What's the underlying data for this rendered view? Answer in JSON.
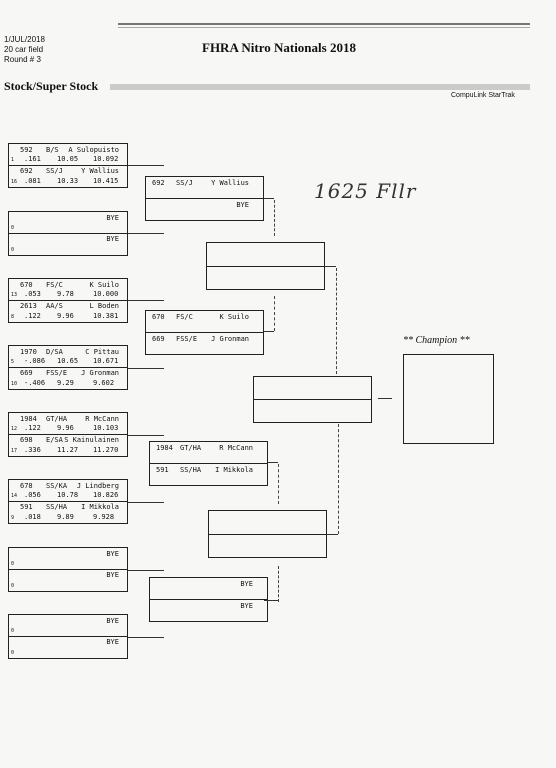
{
  "header": {
    "date": "1/JUL/2018",
    "field": "20 car field",
    "round": "Round # 3",
    "event_title": "FHRA Nitro Nationals 2018",
    "class_title": "Stock/Super Stock",
    "brand": "CompuLink StarTrak"
  },
  "round1": [
    {
      "top": {
        "num": "592",
        "cls": "B/S",
        "name": "A Sulopuisto",
        "lane": "1",
        "rt": ".161",
        "dial": "10.05",
        "et": "10.092"
      },
      "bot": {
        "num": "692",
        "cls": "SS/J",
        "name": "Y Wallius",
        "lane": "16",
        "rt": ".081",
        "dial": "10.33",
        "et": "10.415"
      }
    },
    {
      "top": {
        "num": "",
        "cls": "",
        "name": "BYE",
        "lane": "0",
        "rt": "",
        "dial": "",
        "et": ""
      },
      "bot": {
        "num": "",
        "cls": "",
        "name": "BYE",
        "lane": "0",
        "rt": "",
        "dial": "",
        "et": ""
      }
    },
    {
      "top": {
        "num": "670",
        "cls": "FS/C",
        "name": "K Suilo",
        "lane": "13",
        "rt": ".053",
        "dial": "9.78",
        "et": "10.000"
      },
      "bot": {
        "num": "2613",
        "cls": "AA/S",
        "name": "L Boden",
        "lane": "8",
        "rt": ".122",
        "dial": "9.96",
        "et": "10.381"
      }
    },
    {
      "top": {
        "num": "1970",
        "cls": "D/SA",
        "name": "C Pittau",
        "lane": "5",
        "rt": "-.086",
        "dial": "10.65",
        "et": "10.671"
      },
      "bot": {
        "num": "669",
        "cls": "FSS/E",
        "name": "J Gronman",
        "lane": "10",
        "rt": "-.406",
        "dial": "9.29",
        "et": "9.602"
      }
    },
    {
      "top": {
        "num": "1984",
        "cls": "GT/HA",
        "name": "R McCann",
        "lane": "12",
        "rt": ".122",
        "dial": "9.96",
        "et": "10.103"
      },
      "bot": {
        "num": "698",
        "cls": "E/SA",
        "name": "S Kainulainen",
        "lane": "17",
        "rt": ".336",
        "dial": "11.27",
        "et": "11.270"
      }
    },
    {
      "top": {
        "num": "678",
        "cls": "SS/KA",
        "name": "J Lindberg",
        "lane": "14",
        "rt": ".056",
        "dial": "10.78",
        "et": "10.826"
      },
      "bot": {
        "num": "591",
        "cls": "SS/HA",
        "name": "I Mikkola",
        "lane": "9",
        "rt": ".018",
        "dial": "9.89",
        "et": "9.928"
      }
    },
    {
      "top": {
        "num": "",
        "cls": "",
        "name": "BYE",
        "lane": "0",
        "rt": "",
        "dial": "",
        "et": ""
      },
      "bot": {
        "num": "",
        "cls": "",
        "name": "BYE",
        "lane": "0",
        "rt": "",
        "dial": "",
        "et": ""
      }
    },
    {
      "top": {
        "num": "",
        "cls": "",
        "name": "BYE",
        "lane": "0",
        "rt": "",
        "dial": "",
        "et": ""
      },
      "bot": {
        "num": "",
        "cls": "",
        "name": "BYE",
        "lane": "0",
        "rt": "",
        "dial": "",
        "et": ""
      }
    }
  ],
  "round2": [
    {
      "top": {
        "num": "692",
        "cls": "SS/J",
        "name": "Y Wallius"
      },
      "bot": {
        "num": "",
        "cls": "",
        "name": "BYE"
      }
    },
    {
      "top": {
        "num": "670",
        "cls": "FS/C",
        "name": "K Suilo"
      },
      "bot": {
        "num": "669",
        "cls": "FSS/E",
        "name": "J Gronman"
      }
    },
    {
      "top": {
        "num": "1984",
        "cls": "GT/HA",
        "name": "R McCann"
      },
      "bot": {
        "num": "591",
        "cls": "SS/HA",
        "name": "I Mikkola"
      }
    },
    {
      "top": {
        "num": "",
        "cls": "",
        "name": "BYE"
      },
      "bot": {
        "num": "",
        "cls": "",
        "name": "BYE"
      }
    }
  ],
  "champion_label": "** Champion **",
  "handwriting": "1625 Fllr"
}
